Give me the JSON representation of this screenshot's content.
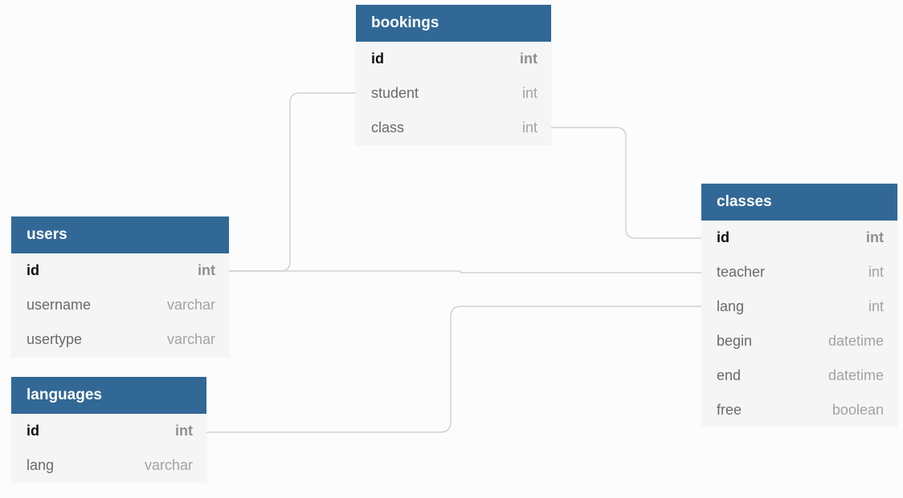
{
  "diagram": {
    "tables": {
      "bookings": {
        "name": "bookings",
        "fields": [
          {
            "name": "id",
            "type": "int",
            "primary": true
          },
          {
            "name": "student",
            "type": "int",
            "primary": false
          },
          {
            "name": "class",
            "type": "int",
            "primary": false
          }
        ]
      },
      "users": {
        "name": "users",
        "fields": [
          {
            "name": "id",
            "type": "int",
            "primary": true
          },
          {
            "name": "username",
            "type": "varchar",
            "primary": false
          },
          {
            "name": "usertype",
            "type": "varchar",
            "primary": false
          }
        ]
      },
      "languages": {
        "name": "languages",
        "fields": [
          {
            "name": "id",
            "type": "int",
            "primary": true
          },
          {
            "name": "lang",
            "type": "varchar",
            "primary": false
          }
        ]
      },
      "classes": {
        "name": "classes",
        "fields": [
          {
            "name": "id",
            "type": "int",
            "primary": true
          },
          {
            "name": "teacher",
            "type": "int",
            "primary": false
          },
          {
            "name": "lang",
            "type": "int",
            "primary": false
          },
          {
            "name": "begin",
            "type": "datetime",
            "primary": false
          },
          {
            "name": "end",
            "type": "datetime",
            "primary": false
          },
          {
            "name": "free",
            "type": "boolean",
            "primary": false
          }
        ]
      }
    },
    "relations": [
      {
        "from": "bookings.student",
        "to": "users.id"
      },
      {
        "from": "bookings.class",
        "to": "classes.id"
      },
      {
        "from": "classes.teacher",
        "to": "users.id"
      },
      {
        "from": "classes.lang",
        "to": "languages.id"
      }
    ],
    "colors": {
      "header_background": "#316896",
      "header_text": "#ffffff",
      "table_background": "#f5f5f5",
      "link_line": "#d2d2d2",
      "page_background": "#fcfcfc"
    }
  }
}
